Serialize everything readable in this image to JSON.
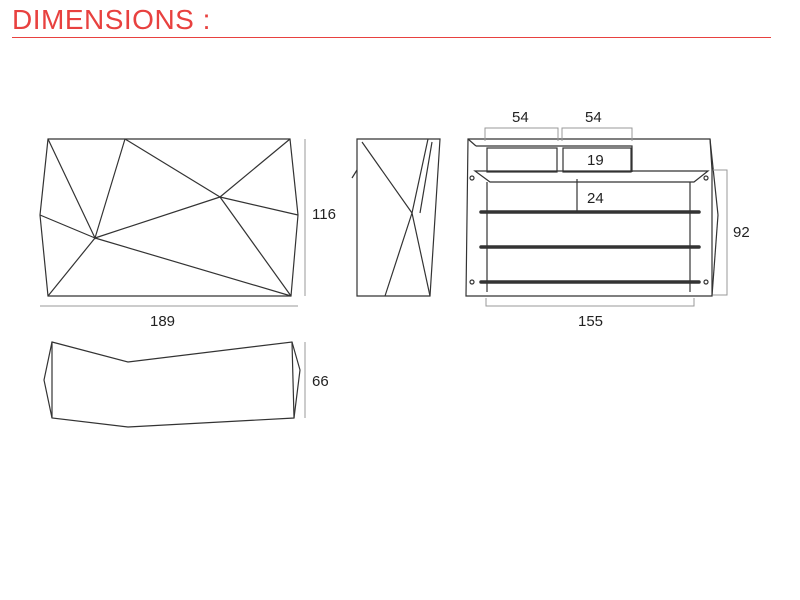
{
  "header": {
    "title": "DIMENSIONS :",
    "accent_color": "#e8413f"
  },
  "front_view": {
    "width_label": "189",
    "height_label": "116"
  },
  "top_view": {
    "depth_label": "66"
  },
  "back_view": {
    "compartment_left_width": "54",
    "compartment_right_width": "54",
    "compartment_height": "19",
    "shelf_gap": "24",
    "inner_width": "155",
    "counter_height": "92"
  }
}
